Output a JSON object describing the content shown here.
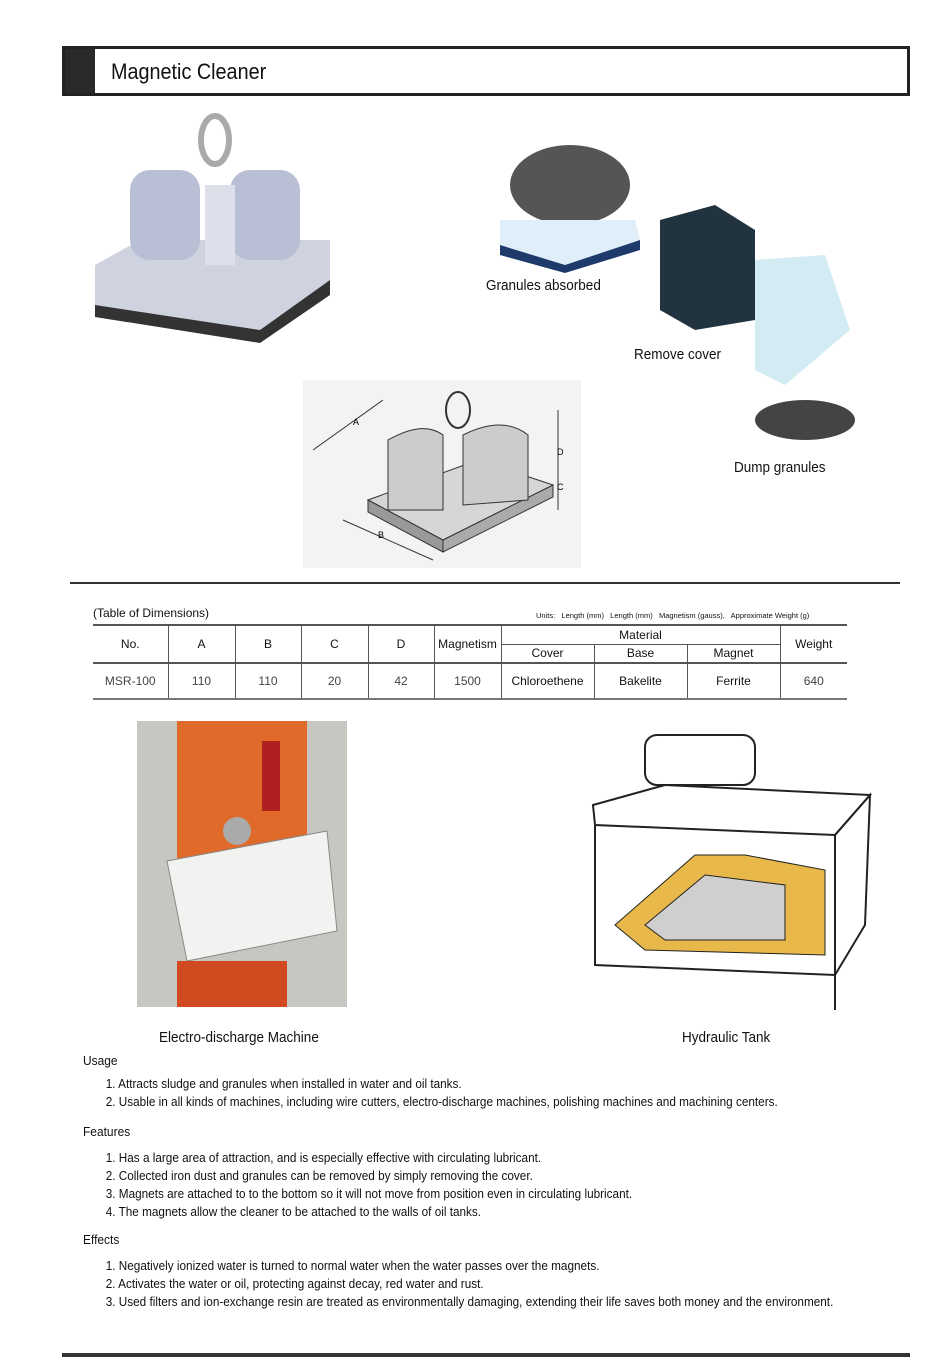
{
  "title": "Magnetic Cleaner",
  "captions": {
    "granules_absorbed": "Granules absorbed",
    "remove_cover": "Remove cover",
    "dump_granules": "Dump granules",
    "edm": "Electro-discharge Machine",
    "hydraulic": "Hydraulic Tank"
  },
  "diagram_labels": {
    "a": "A",
    "b": "B",
    "c": "C",
    "d": "D"
  },
  "table": {
    "caption": "(Table of Dimensions)",
    "units": "Units:   Length (mm)   Length (mm)   Magnetism (gauss),   Approximate Weight (g)",
    "headers": {
      "no": "No.",
      "a": "A",
      "b": "B",
      "c": "C",
      "d": "D",
      "magnetism": "Magnetism",
      "material": "Material",
      "cover": "Cover",
      "base": "Base",
      "magnet": "Magnet",
      "weight": "Weight"
    },
    "row": {
      "no": "MSR-100",
      "a": "110",
      "b": "110",
      "c": "20",
      "d": "42",
      "magnetism": "1500",
      "cover": "Chloroethene",
      "base": "Bakelite",
      "magnet": "Ferrite",
      "weight": "640"
    }
  },
  "usage": {
    "title": "Usage",
    "items": [
      "1. Attracts sludge and granules when installed in water and oil tanks.",
      "2. Usable in all kinds of machines, including wire cutters, electro-discharge machines, polishing machines and machining centers."
    ]
  },
  "features": {
    "title": "Features",
    "items": [
      "1. Has a large area of attraction, and is especially effective with circulating lubricant.",
      "2. Collected iron dust and granules can be removed by simply removing the cover.",
      "3. Magnets are attached to to the bottom so it will not move from position even in circulating lubricant.",
      "4. The magnets allow the cleaner to be attached to the walls of oil tanks."
    ]
  },
  "effects": {
    "title": "Effects",
    "items": [
      "1. Negatively ionized water is turned to normal water when the water passes over the magnets.",
      "2. Activates the water or oil, protecting against decay, red water and rust.",
      "3. Used filters and ion-exchange resin are treated as environmentally damaging, extending their life saves both money and the environment."
    ]
  }
}
